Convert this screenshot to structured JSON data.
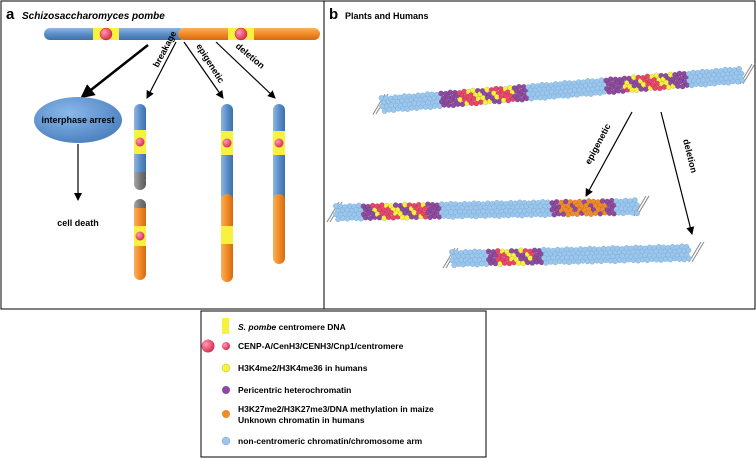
{
  "panel_a": {
    "letter": "a",
    "title": "Schizosaccharomyces pombe",
    "outcomes": {
      "arrest": "interphase arrest",
      "death": "cell death",
      "breakage": "breakage",
      "epigenetic": "epigenetic",
      "deletion": "deletion"
    }
  },
  "panel_b": {
    "letter": "b",
    "title": "Plants and Humans",
    "outcomes": {
      "epigenetic": "epigenetic",
      "deletion": "deletion"
    }
  },
  "legend": {
    "items": [
      {
        "id": "centromere-dna",
        "italic": "S. pombe",
        "text": " centromere DNA"
      },
      {
        "id": "cenpa",
        "text": "CENP-A/CenH3/CENH3/Cnp1/centromere"
      },
      {
        "id": "h3k4",
        "text": "H3K4me2/H3K4me36 in humans"
      },
      {
        "id": "pericentric",
        "text": "Pericentric heterochromatin"
      },
      {
        "id": "h3k27",
        "text": "H3K27me2/H3K27me3/DNA methylation in maize",
        "text2": "Unknown chromatin in humans"
      },
      {
        "id": "arm",
        "text": "non-centromeric chromatin/chromosome arm"
      }
    ]
  },
  "colors": {
    "blue": "#5b8fc9",
    "orange": "#f28a26",
    "yellow": "#f7f23e",
    "red": "#e8456a",
    "purple": "#8e4a9e",
    "nucleosome": "#9cc7ec",
    "grey": "#7a7a7a"
  }
}
